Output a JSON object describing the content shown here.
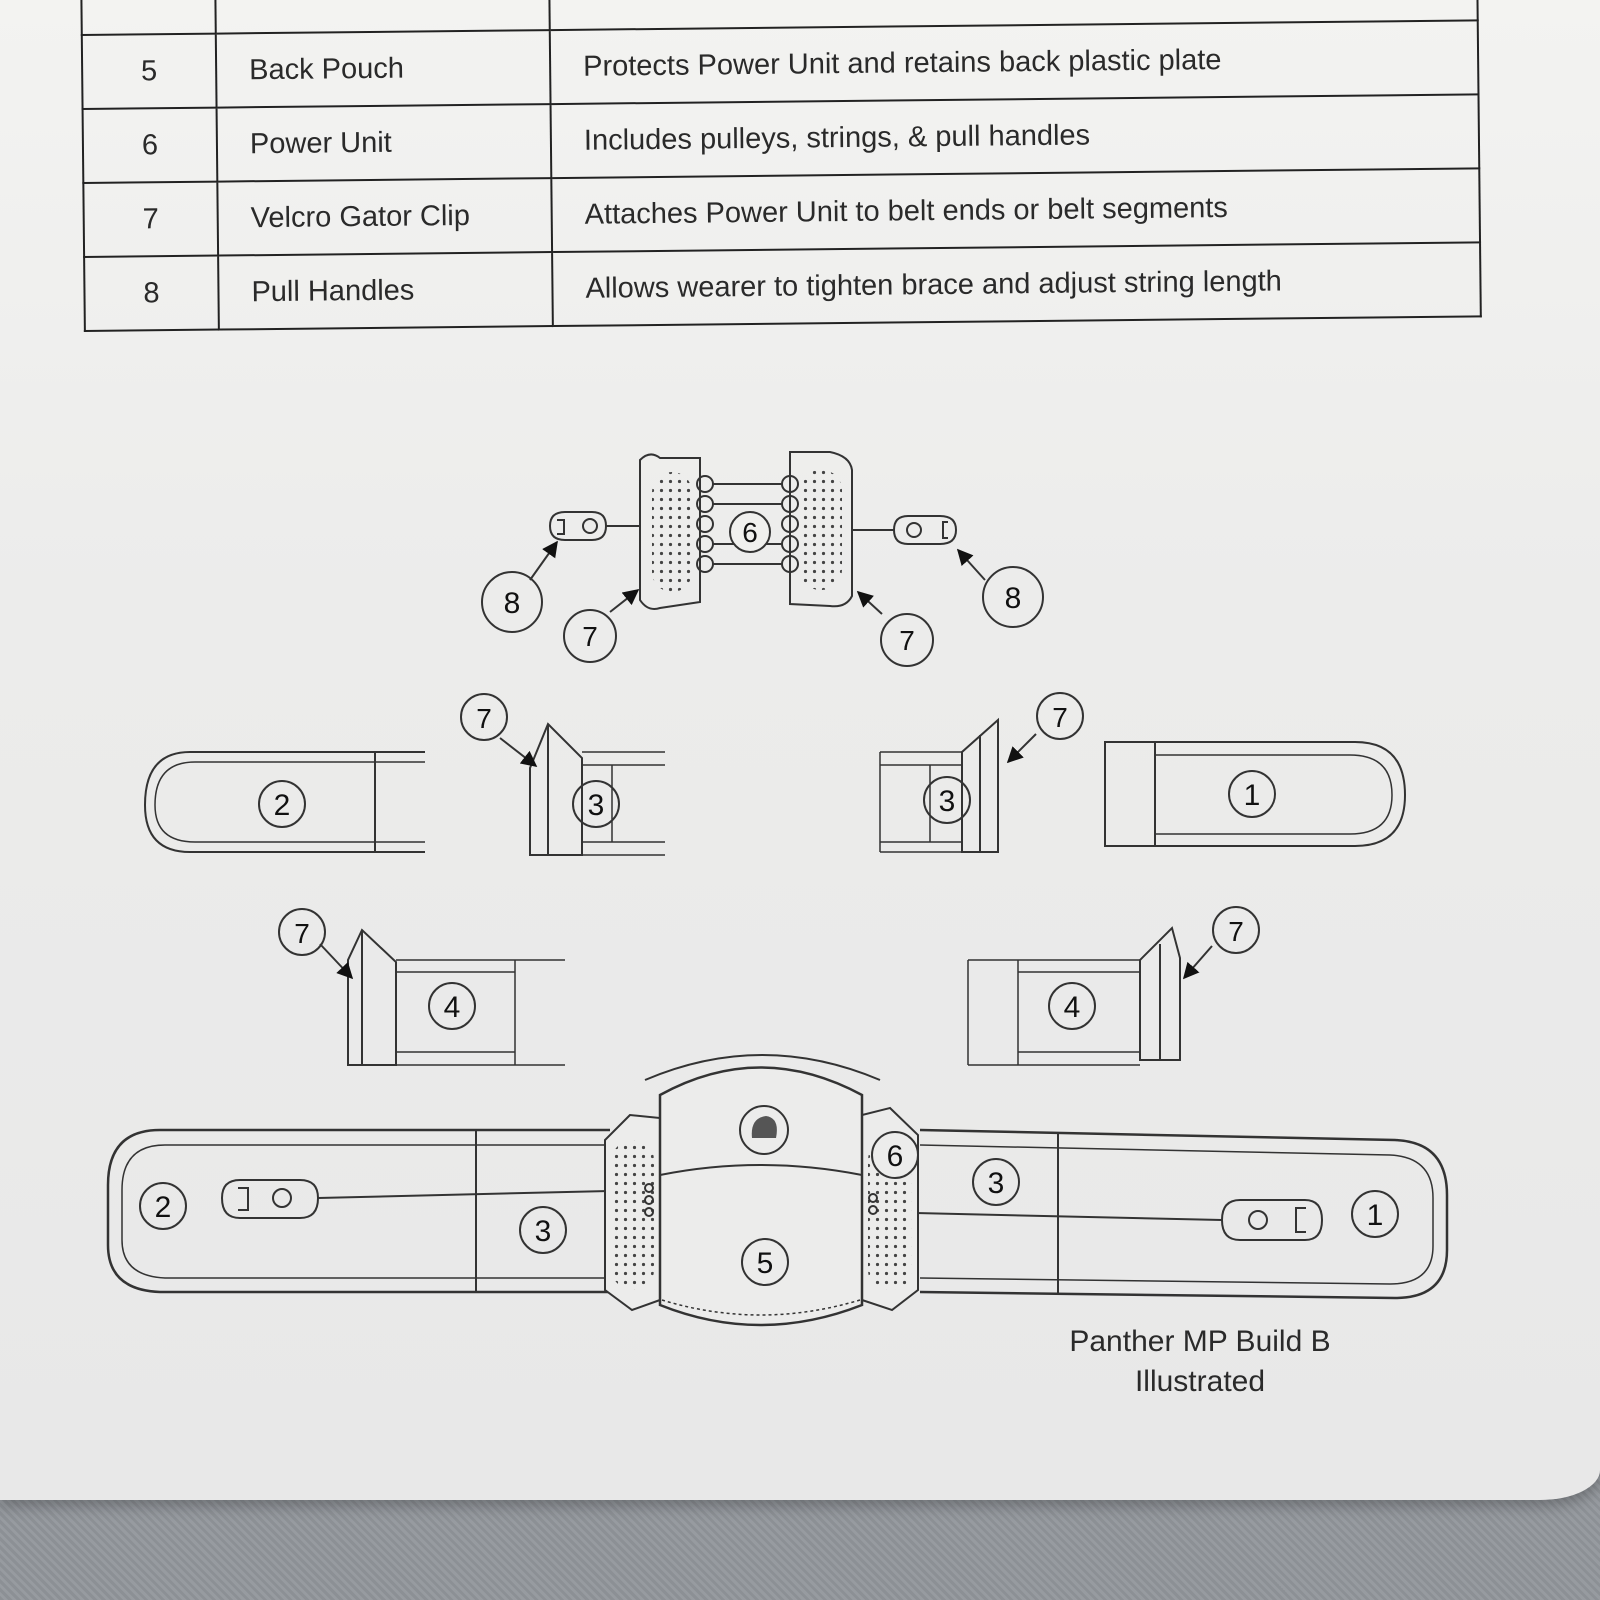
{
  "table": {
    "rows": [
      {
        "number": "5",
        "name": "Back Pouch",
        "description": "Protects Power Unit and retains back plastic plate"
      },
      {
        "number": "6",
        "name": "Power Unit",
        "description": "Includes pulleys, strings, & pull handles"
      },
      {
        "number": "7",
        "name": "Velcro Gator Clip",
        "description": "Attaches Power Unit to belt ends or belt segments"
      },
      {
        "number": "8",
        "name": "Pull Handles",
        "description": "Allows wearer to tighten brace and adjust string length"
      }
    ]
  },
  "diagram": {
    "callouts": {
      "top": {
        "power_unit": "6",
        "pull_handle_left": "8",
        "pull_handle_right": "8",
        "clip_left": "7",
        "clip_right": "7"
      },
      "middle": {
        "belt_end_left": "2",
        "segment_left": "3",
        "clip_left": "7",
        "segment_right": "3",
        "clip_right": "7",
        "belt_end_right": "1"
      },
      "lower": {
        "segment_left": "4",
        "clip_left": "7",
        "segment_right": "4",
        "clip_right": "7"
      },
      "assembled": {
        "belt_end_left": "2",
        "segment_left": "3",
        "back_pouch": "5",
        "power_unit": "6",
        "segment_right": "3",
        "belt_end_right": "1"
      }
    }
  },
  "caption": {
    "line1": "Panther MP Build B",
    "line2": "Illustrated"
  }
}
